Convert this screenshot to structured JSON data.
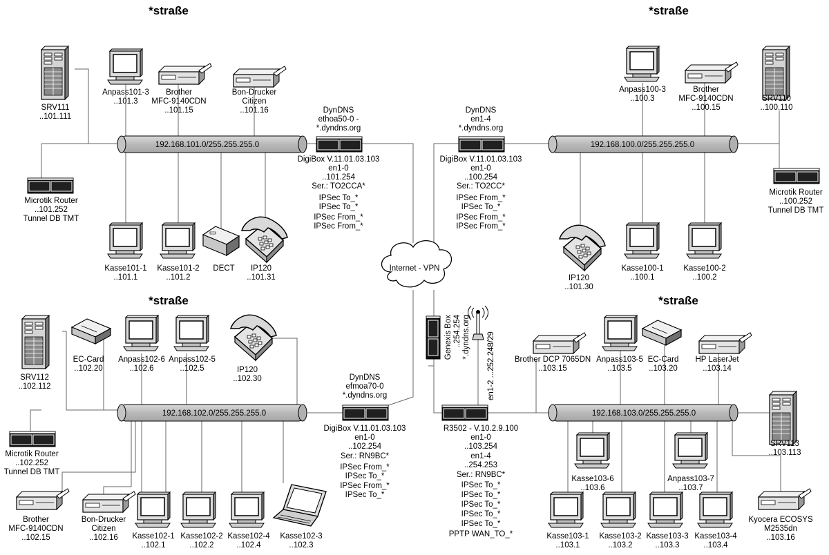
{
  "sites": {
    "tl": {
      "title": "*straße",
      "subnet": "192.168.101.0/255.255.255.0",
      "srv": {
        "name": "SRV111",
        "ip": "..101.111"
      },
      "pc": {
        "name": "Anpass101-3",
        "ip": "..101.3"
      },
      "printer1": {
        "l1": "Brother",
        "l2": "MFC-9140CDN",
        "l3": "..101.15"
      },
      "printer2": {
        "l1": "Bon-Drucker",
        "l2": "Citizen",
        "l3": "..101.16"
      },
      "router": {
        "l1": "Microtik Router",
        "l2": "..101.252",
        "l3": "Tunnel DB TMT"
      },
      "k1": {
        "name": "Kasse101-1",
        "ip": "..101.1"
      },
      "k2": {
        "name": "Kasse101-2",
        "ip": "..101.2"
      },
      "dect": {
        "name": "DECT"
      },
      "phone": {
        "name": "IP120",
        "ip": "..101.31"
      },
      "dyn": {
        "l1": "DynDNS",
        "l2": "ethoa50-0 -",
        "l3": "*.dyndns.org"
      },
      "box": [
        "DigiBox V.11.01.03.103",
        "en1-0",
        "..101.254",
        "Ser.: TO2CCA*",
        "IPSec To_*",
        "IPSec To_*",
        "IPSec From_*",
        "IPSec From_*"
      ]
    },
    "tr": {
      "title": "*straße",
      "subnet": "192.168.100.0/255.255.255.0",
      "pc": {
        "name": "Anpass100-3",
        "ip": "..100.3"
      },
      "printer": {
        "l1": "Brother",
        "l2": "MFC-9140CDN",
        "l3": "..100.15"
      },
      "srv": {
        "name": "SRV110",
        "ip": "..100.110"
      },
      "router": {
        "l1": "Microtik Router",
        "l2": "..100.252",
        "l3": "Tunnel DB TMT"
      },
      "phone": {
        "name": "IP120",
        "ip": "..101.30"
      },
      "k1": {
        "name": "Kasse100-1",
        "ip": "..100.1"
      },
      "k2": {
        "name": "Kasse100-2",
        "ip": "..100.2"
      },
      "dyn": {
        "l1": "DynDNS",
        "l2": "en1-4",
        "l3": "*.dyndns.org"
      },
      "box": [
        "DigiBox V.11.01.03.103",
        "en1-0",
        "..100.254",
        "Ser.: TO2CC*",
        "IPSec From_*",
        "IPSec To_*",
        "IPSec From_*",
        "IPSec From_*"
      ]
    },
    "bl": {
      "title": "*straße",
      "subnet": "192.168.102.0/255.255.255.0",
      "srv": {
        "name": "SRV112",
        "ip": "..102.112"
      },
      "ec": {
        "name": "EC-Card",
        "ip": "..102.20"
      },
      "pc6": {
        "name": "Anpass102-6",
        "ip": "..102.6"
      },
      "pc5": {
        "name": "Anpass102-5",
        "ip": "..102.5"
      },
      "phone": {
        "name": "IP120",
        "ip": "..102.30"
      },
      "router": {
        "l1": "Microtik Router",
        "l2": "..102.252",
        "l3": "Tunnel DB TMT"
      },
      "printer1": {
        "l1": "Brother",
        "l2": "MFC-9140CDN",
        "l3": "..102.15"
      },
      "printer2": {
        "l1": "Bon-Drucker",
        "l2": "Citizen",
        "l3": "..102.16"
      },
      "k1": {
        "name": "Kasse102-1",
        "ip": "..102.1"
      },
      "k2": {
        "name": "Kasse102-2",
        "ip": "..102.2"
      },
      "k4": {
        "name": "Kasse102-4",
        "ip": "..102.4"
      },
      "k3": {
        "name": "Kasse102-3",
        "ip": "..102.3"
      },
      "dyn": {
        "l1": "DynDNS",
        "l2": "efmoa70-0",
        "l3": "*.dyndns.org"
      },
      "box": [
        "DigiBox V.11.01.03.103",
        "en1-0",
        "..102.254",
        "Ser.: RN9BC*",
        "IPSec From_*",
        "IPSec To_*",
        "IPSec From_*",
        "IPSec To_*"
      ]
    },
    "br": {
      "title": "*straße",
      "subnet": "192.168.103.0/255.255.255.0",
      "printer1": {
        "name": "Brother DCP 7065DN",
        "ip": "..103.15"
      },
      "pc5": {
        "name": "Anpass103-5",
        "ip": "..103.5"
      },
      "ec": {
        "name": "EC-Card",
        "ip": "..103.20"
      },
      "hp": {
        "name": "HP LaserJet",
        "ip": "..103.14"
      },
      "srv": {
        "name": "SRV113",
        "ip": "..103.113"
      },
      "k6": {
        "name": "Kasse103-6",
        "ip": "..103.6"
      },
      "pc7": {
        "name": "Anpass103-7",
        "ip": "..103.7"
      },
      "kyocera": {
        "l1": "Kyocera ECOSYS",
        "l2": "M2535dn",
        "l3": "..103.16"
      },
      "k1": {
        "name": "Kasse103-1",
        "ip": "..103.1"
      },
      "k2": {
        "name": "Kasse103-2",
        "ip": "..103.2"
      },
      "k3": {
        "name": "Kasse103-3",
        "ip": "..103.3"
      },
      "k4": {
        "name": "Kasse103-4",
        "ip": "..103.4"
      },
      "genexis": {
        "l1": "Genexis Box",
        "l2": "..254.254",
        "l3": "*.dyndns.org"
      },
      "antenna": {
        "label": "en1-2 ...252.248/29"
      },
      "box": [
        "R3502 - V.10.2.9.100",
        "en1-0",
        "..103.254",
        "en1-4",
        "..254.253",
        "Ser.: RN9BC*",
        "IPSec To_*",
        "IPSec To_*",
        "IPSec To_*",
        "IPSec To_*",
        "IPSec To_*",
        "PPTP WAN_TO_*"
      ]
    }
  },
  "cloud": {
    "label": "Internet - VPN"
  },
  "icons": {
    "server": "server-tower-icon",
    "pc": "desktop-computer-icon",
    "laptop": "laptop-icon",
    "printer": "printer-icon",
    "router": "router-icon",
    "phone": "telephone-icon",
    "dect": "dect-base-icon",
    "ec": "card-terminal-icon",
    "cloud": "cloud-icon",
    "antenna": "antenna-icon",
    "modem": "modem-icon"
  }
}
